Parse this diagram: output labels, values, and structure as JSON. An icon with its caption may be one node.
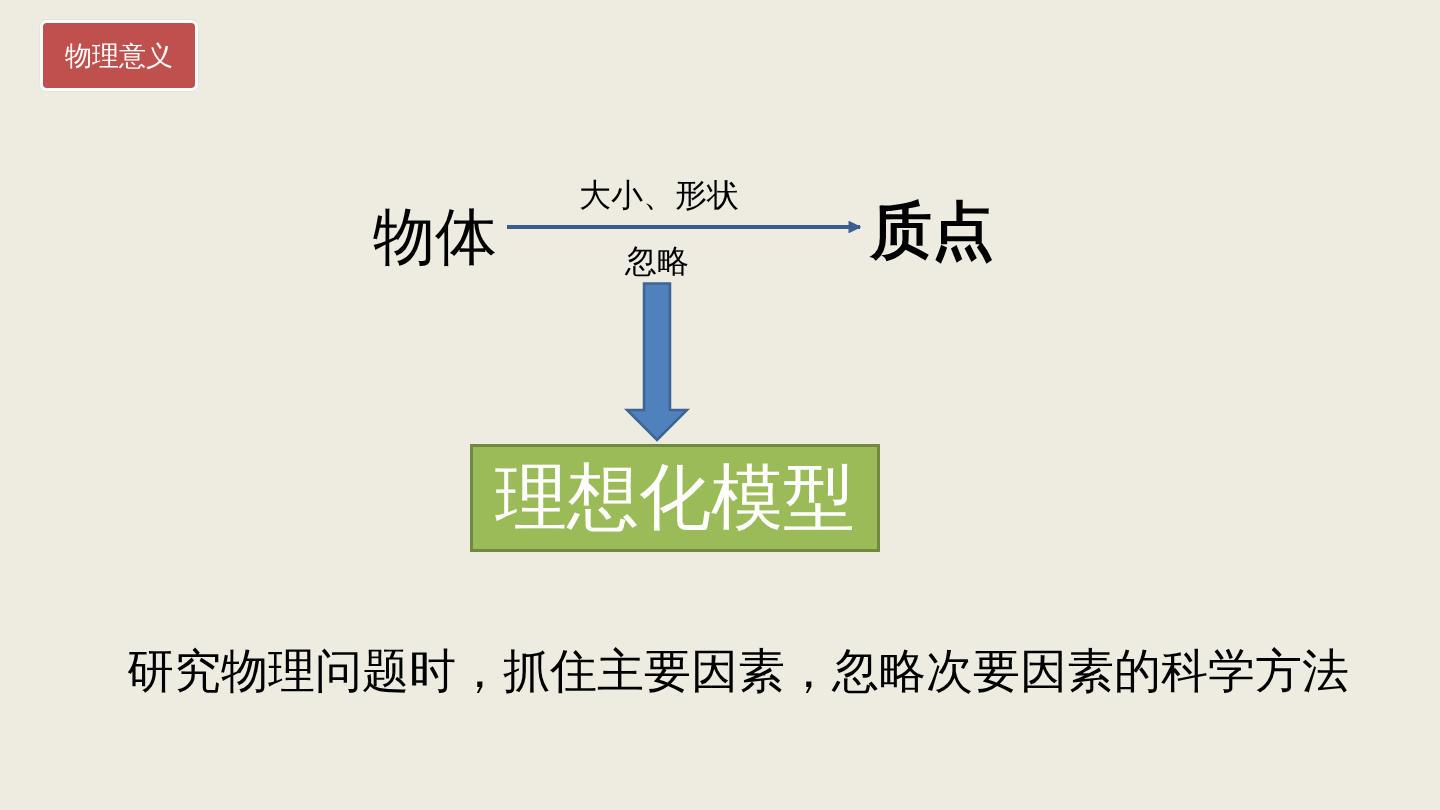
{
  "diagram": {
    "nodes": [
      {
        "text": [
          "物理意义"
        ]
      },
      {
        "text": [
          "物体"
        ]
      },
      {
        "text": [
          "质点"
        ]
      },
      {
        "text": [
          "忽略"
        ]
      },
      {
        "text": [
          "理想化模型"
        ]
      }
    ],
    "edges": [
      {
        "from": 1,
        "to": 2,
        "arrow": "to",
        "label": "大小、形状"
      },
      {
        "from": 3,
        "to": 4,
        "arrow": "to",
        "style": "thick",
        "color": "#4f81bd"
      }
    ],
    "labels": [
      "研究物理问题时，抓住主要因素，忽略次要因素的科学方法"
    ]
  }
}
